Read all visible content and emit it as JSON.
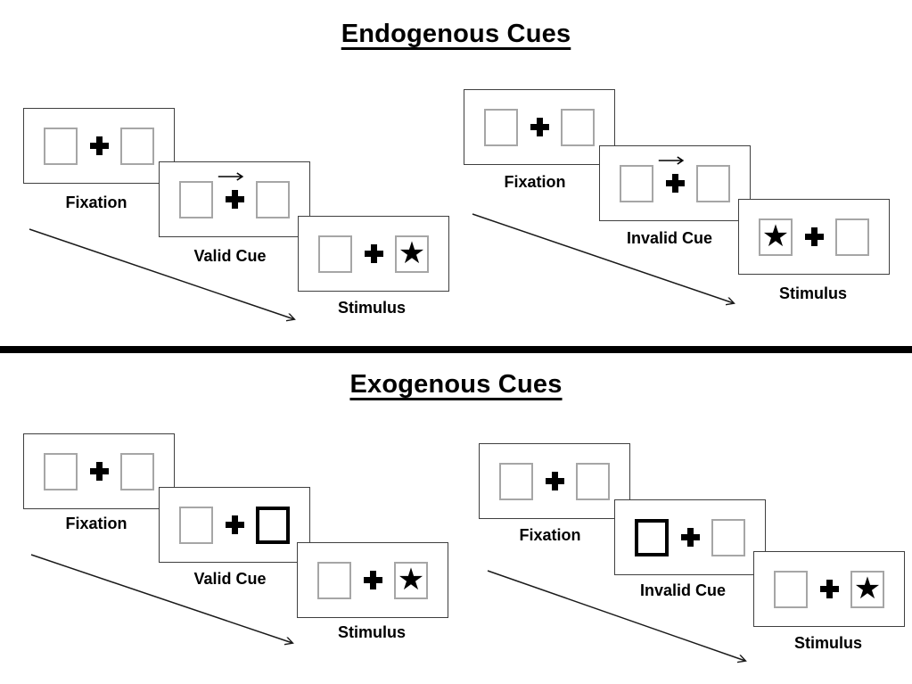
{
  "diagram": {
    "kind": "posner-cueing-paradigm",
    "sections": [
      {
        "title": "Endogenous Cues",
        "cue_type": "central-arrow",
        "sequences": [
          {
            "name": "valid",
            "frames": [
              {
                "label": "Fixation",
                "type": "fixation"
              },
              {
                "label": "Valid Cue",
                "type": "cue",
                "cue": "arrow-right"
              },
              {
                "label": "Stimulus",
                "type": "stimulus",
                "star_side": "right"
              }
            ]
          },
          {
            "name": "invalid",
            "frames": [
              {
                "label": "Fixation",
                "type": "fixation"
              },
              {
                "label": "Invalid Cue",
                "type": "cue",
                "cue": "arrow-right"
              },
              {
                "label": "Stimulus",
                "type": "stimulus",
                "star_side": "left"
              }
            ]
          }
        ]
      },
      {
        "title": "Exogenous Cues",
        "cue_type": "peripheral-bold-box",
        "sequences": [
          {
            "name": "valid",
            "frames": [
              {
                "label": "Fixation",
                "type": "fixation"
              },
              {
                "label": "Valid Cue",
                "type": "cue",
                "cue": "bold-box-right"
              },
              {
                "label": "Stimulus",
                "type": "stimulus",
                "star_side": "right"
              }
            ]
          },
          {
            "name": "invalid",
            "frames": [
              {
                "label": "Fixation",
                "type": "fixation"
              },
              {
                "label": "Invalid Cue",
                "type": "cue",
                "cue": "bold-box-left"
              },
              {
                "label": "Stimulus",
                "type": "stimulus",
                "star_side": "right"
              }
            ]
          }
        ]
      }
    ],
    "icons": {
      "star": "★",
      "plus": "+",
      "cue_arrow": "→",
      "timeline_arrow": "↘"
    },
    "colors": {
      "background": "#ffffff",
      "ink": "#000000",
      "frame_border": "#3f3f3f",
      "square_border": "#a6a6a6"
    }
  }
}
